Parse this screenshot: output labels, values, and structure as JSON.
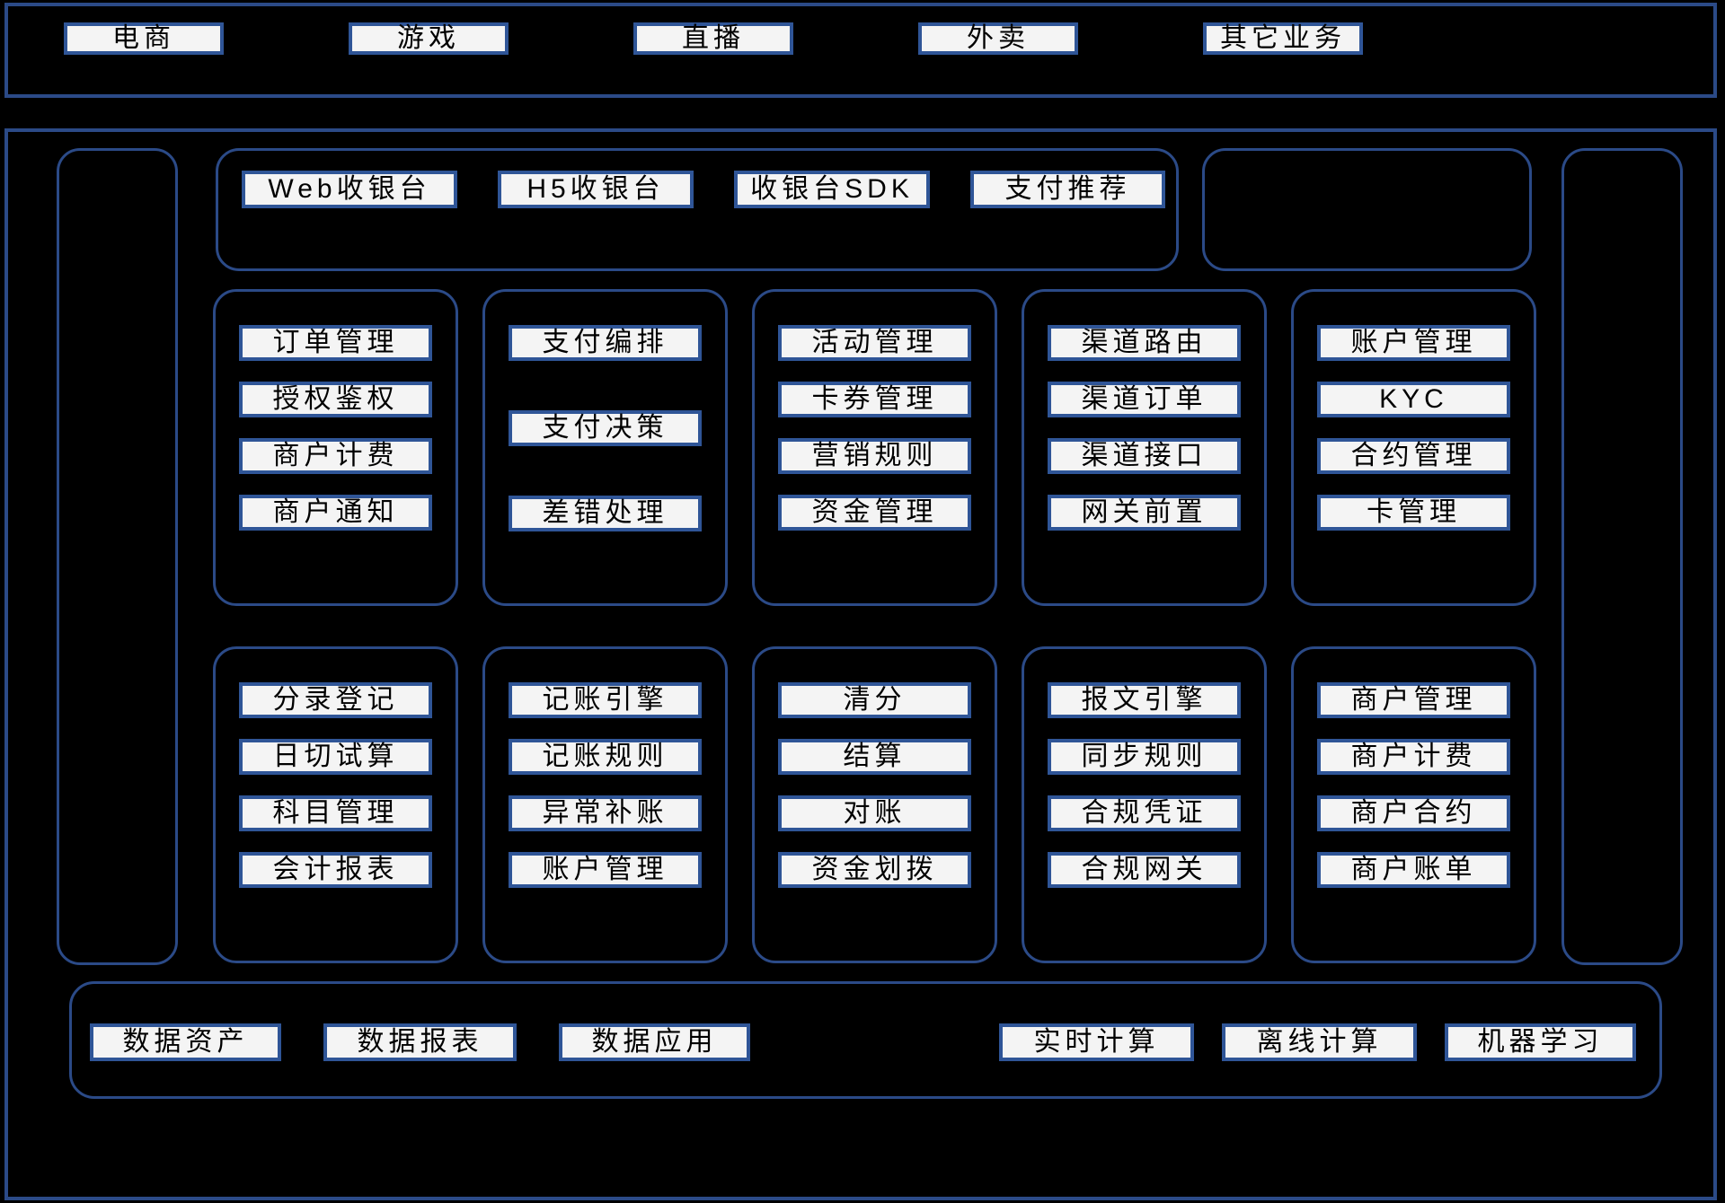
{
  "palette": {
    "background": "#000000",
    "line_color": "#2b4a87",
    "box_border": "#2f5597",
    "box_fill": "#f4f4f4",
    "box_text": "#000000"
  },
  "business_bar": {
    "items": [
      "电商",
      "游戏",
      "直播",
      "外卖",
      "其它业务"
    ]
  },
  "access_layer": {
    "items": [
      "Web收银台",
      "H5收银台",
      "收银台SDK",
      "支付推荐"
    ],
    "widths": [
      240,
      218,
      218,
      217
    ]
  },
  "service_grid_row1": {
    "columns": [
      {
        "items": [
          "订单管理",
          "授权鉴权",
          "商户计费",
          "商户通知"
        ]
      },
      {
        "items": [
          "支付编排",
          "支付决策",
          "差错处理"
        ]
      },
      {
        "items": [
          "活动管理",
          "卡券管理",
          "营销规则",
          "资金管理"
        ]
      },
      {
        "items": [
          "渠道路由",
          "渠道订单",
          "渠道接口",
          "网关前置"
        ]
      },
      {
        "items": [
          "账户管理",
          "KYC",
          "合约管理",
          "卡管理"
        ]
      }
    ]
  },
  "service_grid_row2": {
    "columns": [
      {
        "items": [
          "分录登记",
          "日切试算",
          "科目管理",
          "会计报表"
        ]
      },
      {
        "items": [
          "记账引擎",
          "记账规则",
          "异常补账",
          "账户管理"
        ]
      },
      {
        "items": [
          "清分",
          "结算",
          "对账",
          "资金划拨"
        ]
      },
      {
        "items": [
          "报文引擎",
          "同步规则",
          "合规凭证",
          "合规网关"
        ]
      },
      {
        "items": [
          "商户管理",
          "商户计费",
          "商户合约",
          "商户账单"
        ]
      }
    ]
  },
  "data_platform": {
    "left_items": [
      "数据资产",
      "数据报表",
      "数据应用"
    ],
    "left_widths": [
      213,
      215,
      213
    ],
    "right_items": [
      "实时计算",
      "离线计算",
      "机器学习"
    ],
    "right_widths": [
      217,
      217,
      213
    ]
  }
}
